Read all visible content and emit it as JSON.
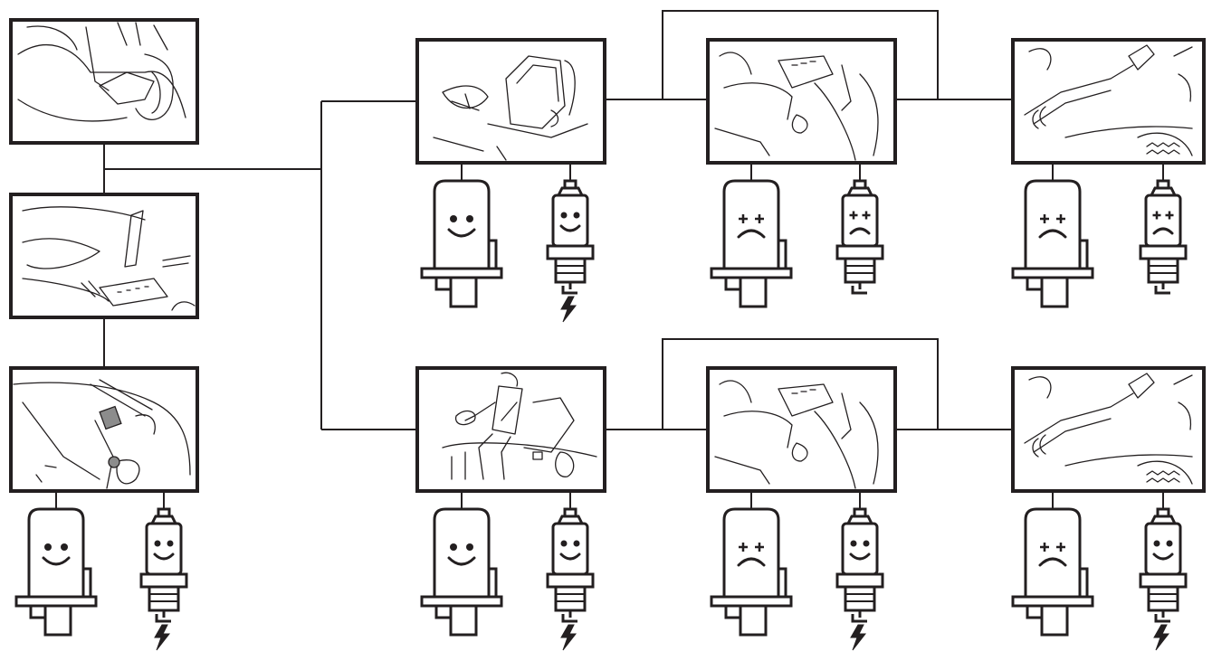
{
  "colors": {
    "line": "#231f20",
    "fill": "#ffffff",
    "shaded": "#8c8c8c"
  },
  "panels": [
    {
      "id": "p1",
      "name": "panel-seat-control-lever",
      "scene": "seat-lever"
    },
    {
      "id": "p2",
      "name": "panel-gear-shift-neutral",
      "scene": "gear-shift"
    },
    {
      "id": "p3",
      "name": "panel-parking-brake-lever",
      "scene": "brake-lever"
    },
    {
      "id": "p4",
      "name": "panel-seat-empty",
      "scene": "seat-empty"
    },
    {
      "id": "p5",
      "name": "panel-blade-lever-top",
      "scene": "blade-lever"
    },
    {
      "id": "p6",
      "name": "panel-pto-lever-top",
      "scene": "pto-lever"
    },
    {
      "id": "p7",
      "name": "panel-operator-seated",
      "scene": "operator"
    },
    {
      "id": "p8",
      "name": "panel-blade-lever-bottom",
      "scene": "blade-lever"
    },
    {
      "id": "p9",
      "name": "panel-pto-lever-bottom",
      "scene": "pto-lever"
    }
  ],
  "status_pairs": [
    {
      "panel": "p3",
      "starter_mood": "happy",
      "plug_mood": "happy",
      "spark": true
    },
    {
      "panel": "p4",
      "starter_mood": "happy",
      "plug_mood": "happy",
      "spark": true
    },
    {
      "panel": "p5",
      "starter_mood": "sad",
      "plug_mood": "sad",
      "spark": false
    },
    {
      "panel": "p6",
      "starter_mood": "sad",
      "plug_mood": "sad",
      "spark": false
    },
    {
      "panel": "p7",
      "starter_mood": "happy",
      "plug_mood": "happy",
      "spark": true
    },
    {
      "panel": "p8",
      "starter_mood": "sad",
      "plug_mood": "happy",
      "spark": true
    },
    {
      "panel": "p9",
      "starter_mood": "sad",
      "plug_mood": "happy",
      "spark": true
    }
  ],
  "icons": {
    "starter": "starter-solenoid-icon",
    "plug": "spark-plug-icon",
    "spark": "spark-bolt-icon"
  }
}
